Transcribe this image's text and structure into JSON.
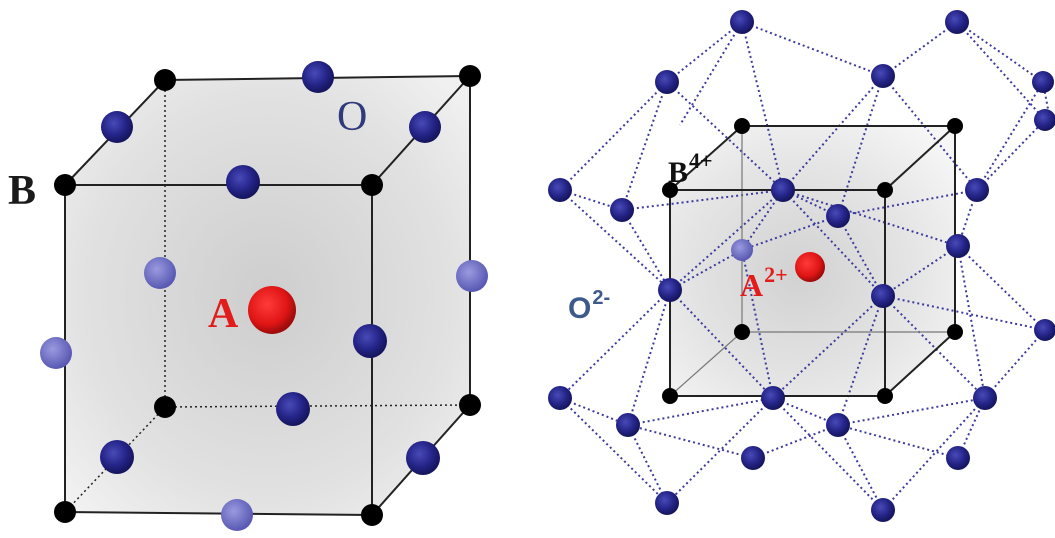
{
  "left_cell": {
    "label_b": "B",
    "label_o": "O",
    "label_a": "A"
  },
  "right_cell": {
    "label_b": "B",
    "label_b_charge": "4+",
    "label_a": "A",
    "label_a_charge": "2+",
    "label_o": "O",
    "label_o_charge": "2-"
  },
  "colors": {
    "b_site": "#000000",
    "o_site": "#23237a",
    "a_site": "#e21b1b",
    "bond": "#3b3b9e",
    "cube_fill": "#d9d9d9"
  }
}
